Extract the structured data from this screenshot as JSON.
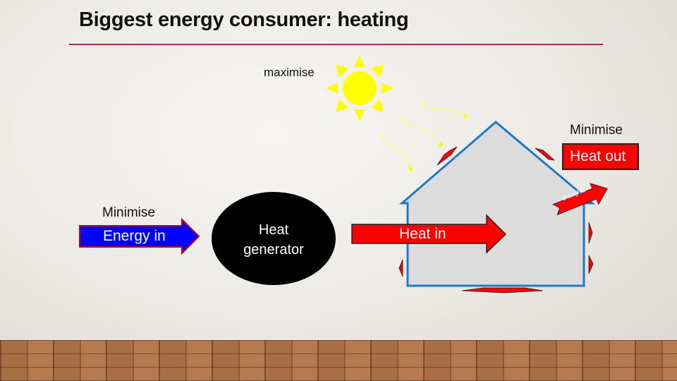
{
  "title": "Biggest energy consumer: heating",
  "labels": {
    "sun": "maximise",
    "energy_top": "Minimise",
    "heat_out_top": "Minimise"
  },
  "boxes": {
    "energy_in": "Energy in",
    "generator_line1": "Heat",
    "generator_line2": "generator",
    "heat_in": "Heat in",
    "heat_out": "Heat out",
    "draughts": "draughts"
  },
  "colors": {
    "heat": "#ff0000",
    "energy": "#0000ff",
    "sun": "#ffff00",
    "house_outline": "#1f78c8",
    "rule": "#b0304a"
  }
}
